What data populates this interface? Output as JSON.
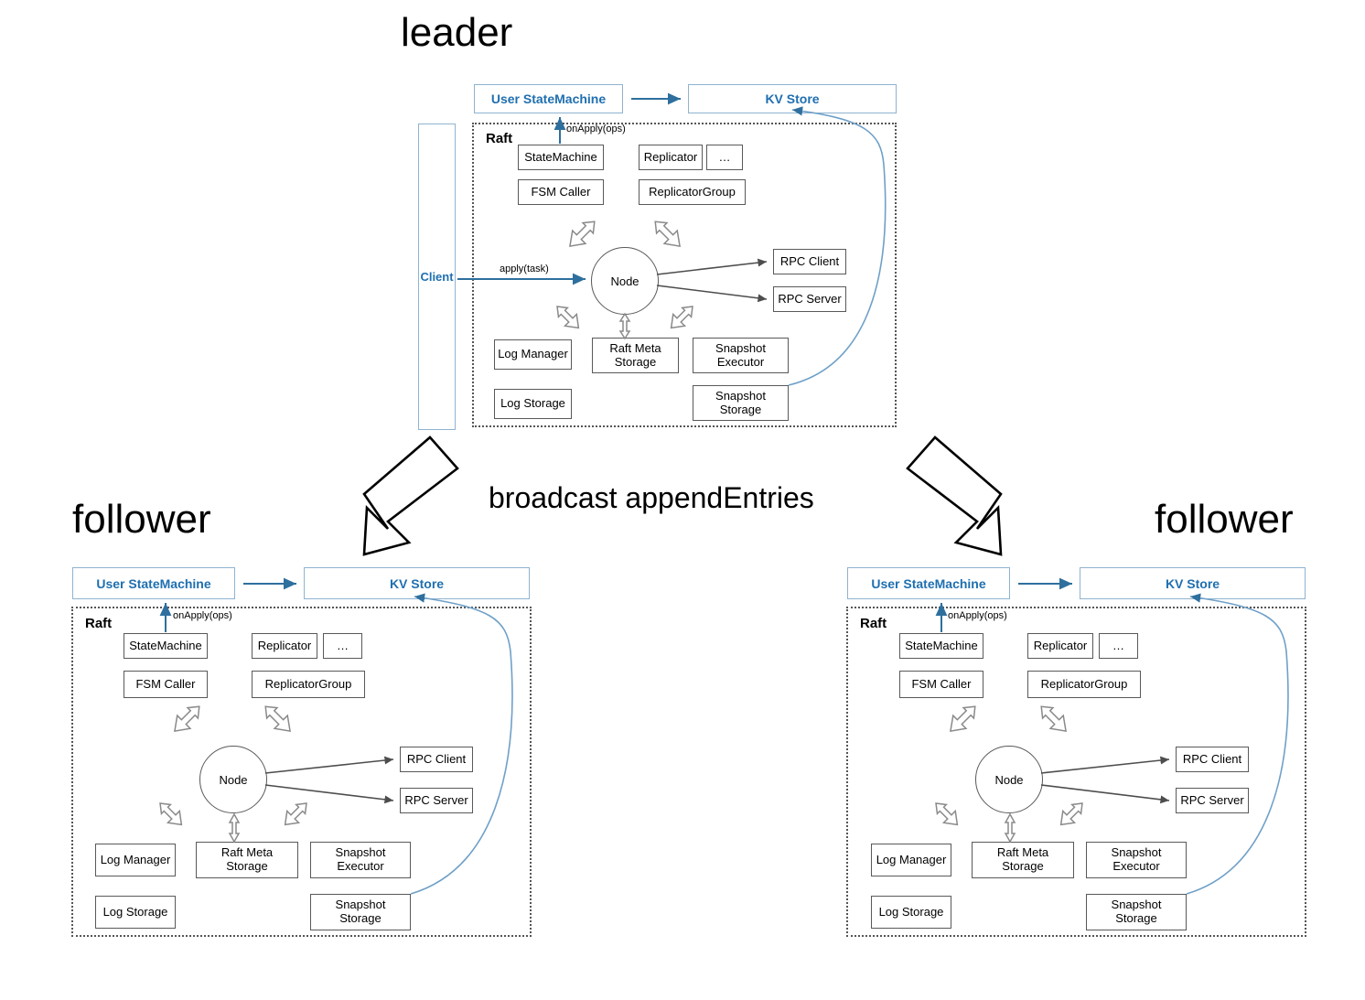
{
  "diagram": {
    "title_leader": "leader",
    "title_follower_left": "follower",
    "title_follower_right": "follower",
    "broadcast_label": "broadcast appendEntries",
    "colors": {
      "blue_text": "#1f6fb0",
      "blue_border": "#8fb3d0",
      "blue_arrow": "#2e6f9e",
      "grey_border": "#595959",
      "dashed_border": "#555555",
      "curve_line": "#6fa0c8"
    }
  },
  "panels": {
    "leader": {
      "role": "leader",
      "client_label": "Client",
      "user_statemachine": "User StateMachine",
      "kv_store": "KV Store",
      "raft_label": "Raft",
      "onapply_label": "onApply(ops)",
      "apply_label": "apply(task)",
      "components": {
        "statemachine": "StateMachine",
        "fsm_caller": "FSM Caller",
        "replicator": "Replicator",
        "ellipsis": "…",
        "replicator_group": "ReplicatorGroup",
        "node": "Node",
        "rpc_client": "RPC Client",
        "rpc_server": "RPC Server",
        "log_manager": "Log Manager",
        "raft_meta_storage": "Raft Meta\nStorage",
        "snapshot_executor": "Snapshot\nExecutor",
        "log_storage": "Log Storage",
        "snapshot_storage": "Snapshot\nStorage"
      }
    },
    "follower_left": {
      "role": "follower",
      "user_statemachine": "User StateMachine",
      "kv_store": "KV Store",
      "raft_label": "Raft",
      "onapply_label": "onApply(ops)",
      "components": {
        "statemachine": "StateMachine",
        "fsm_caller": "FSM Caller",
        "replicator": "Replicator",
        "ellipsis": "…",
        "replicator_group": "ReplicatorGroup",
        "node": "Node",
        "rpc_client": "RPC Client",
        "rpc_server": "RPC Server",
        "log_manager": "Log Manager",
        "raft_meta_storage": "Raft Meta\nStorage",
        "snapshot_executor": "Snapshot\nExecutor",
        "log_storage": "Log Storage",
        "snapshot_storage": "Snapshot\nStorage"
      }
    },
    "follower_right": {
      "role": "follower",
      "user_statemachine": "User StateMachine",
      "kv_store": "KV Store",
      "raft_label": "Raft",
      "onapply_label": "onApply(ops)",
      "components": {
        "statemachine": "StateMachine",
        "fsm_caller": "FSM Caller",
        "replicator": "Replicator",
        "ellipsis": "…",
        "replicator_group": "ReplicatorGroup",
        "node": "Node",
        "rpc_client": "RPC Client",
        "rpc_server": "RPC Server",
        "log_manager": "Log Manager",
        "raft_meta_storage": "Raft Meta\nStorage",
        "snapshot_executor": "Snapshot\nExecutor",
        "log_storage": "Log Storage",
        "snapshot_storage": "Snapshot\nStorage"
      }
    }
  }
}
